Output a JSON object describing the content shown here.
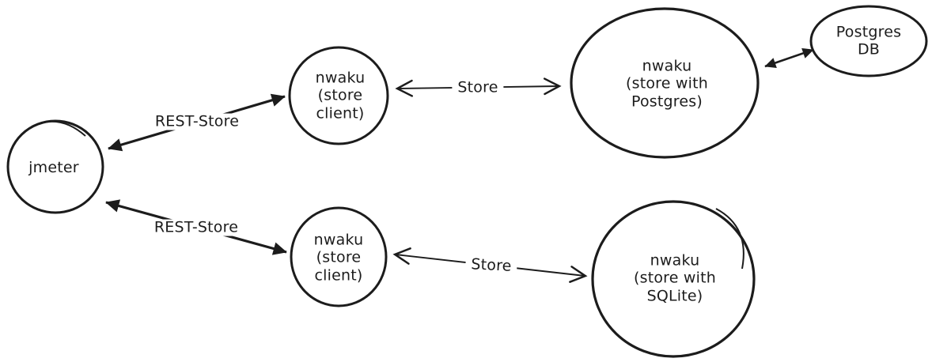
{
  "canvas": {
    "background": "#ffffff",
    "ink": "#1c1c1c"
  },
  "nodes": {
    "jmeter": {
      "label": "jmeter"
    },
    "client_top": {
      "label": "nwaku\n(store\nclient)"
    },
    "postgres_node": {
      "label": "nwaku\n(store with\nPostgres)"
    },
    "postgres_db": {
      "label": "Postgres\nDB"
    },
    "client_bottom": {
      "label": "nwaku\n(store\nclient)"
    },
    "sqlite_node": {
      "label": "nwaku\n(store with\nSQLite)"
    }
  },
  "edges": {
    "rest_top": {
      "label": "REST-Store"
    },
    "store_top": {
      "label": "Store"
    },
    "rest_bottom": {
      "label": "REST-Store"
    },
    "store_bottom": {
      "label": "Store"
    }
  }
}
